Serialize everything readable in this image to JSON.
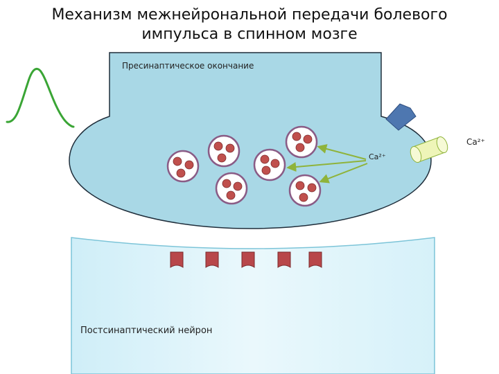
{
  "title": {
    "line1": "Механизм межнейрональной передачи болевого",
    "line2": "импульса в спинном мозге"
  },
  "labels": {
    "presynaptic": "Пресинаптическое окончание",
    "postsynaptic": "Постсинаптический нейрон",
    "calcium_inside": "Ca²⁺",
    "calcium_outside": "Ca²⁺"
  },
  "colors": {
    "presynaptic_fill": "#a9d8e6",
    "postsynaptic_fill": "#e1f5fb",
    "vesicle_fill": "#ffffff",
    "vesicle_border": "#8a5c86",
    "neurotransmitter": "#c0504d",
    "receptor": "#b8474a",
    "arrow": "#8fb33a",
    "channel": "#eef5b8",
    "action_potential": "#3aa535",
    "autoreceptor": "#4e77b0"
  },
  "icons": {
    "action_potential": "action-potential-wave-icon",
    "autoreceptor": "autoreceptor-icon",
    "calcium_channel": "calcium-channel-icon"
  }
}
